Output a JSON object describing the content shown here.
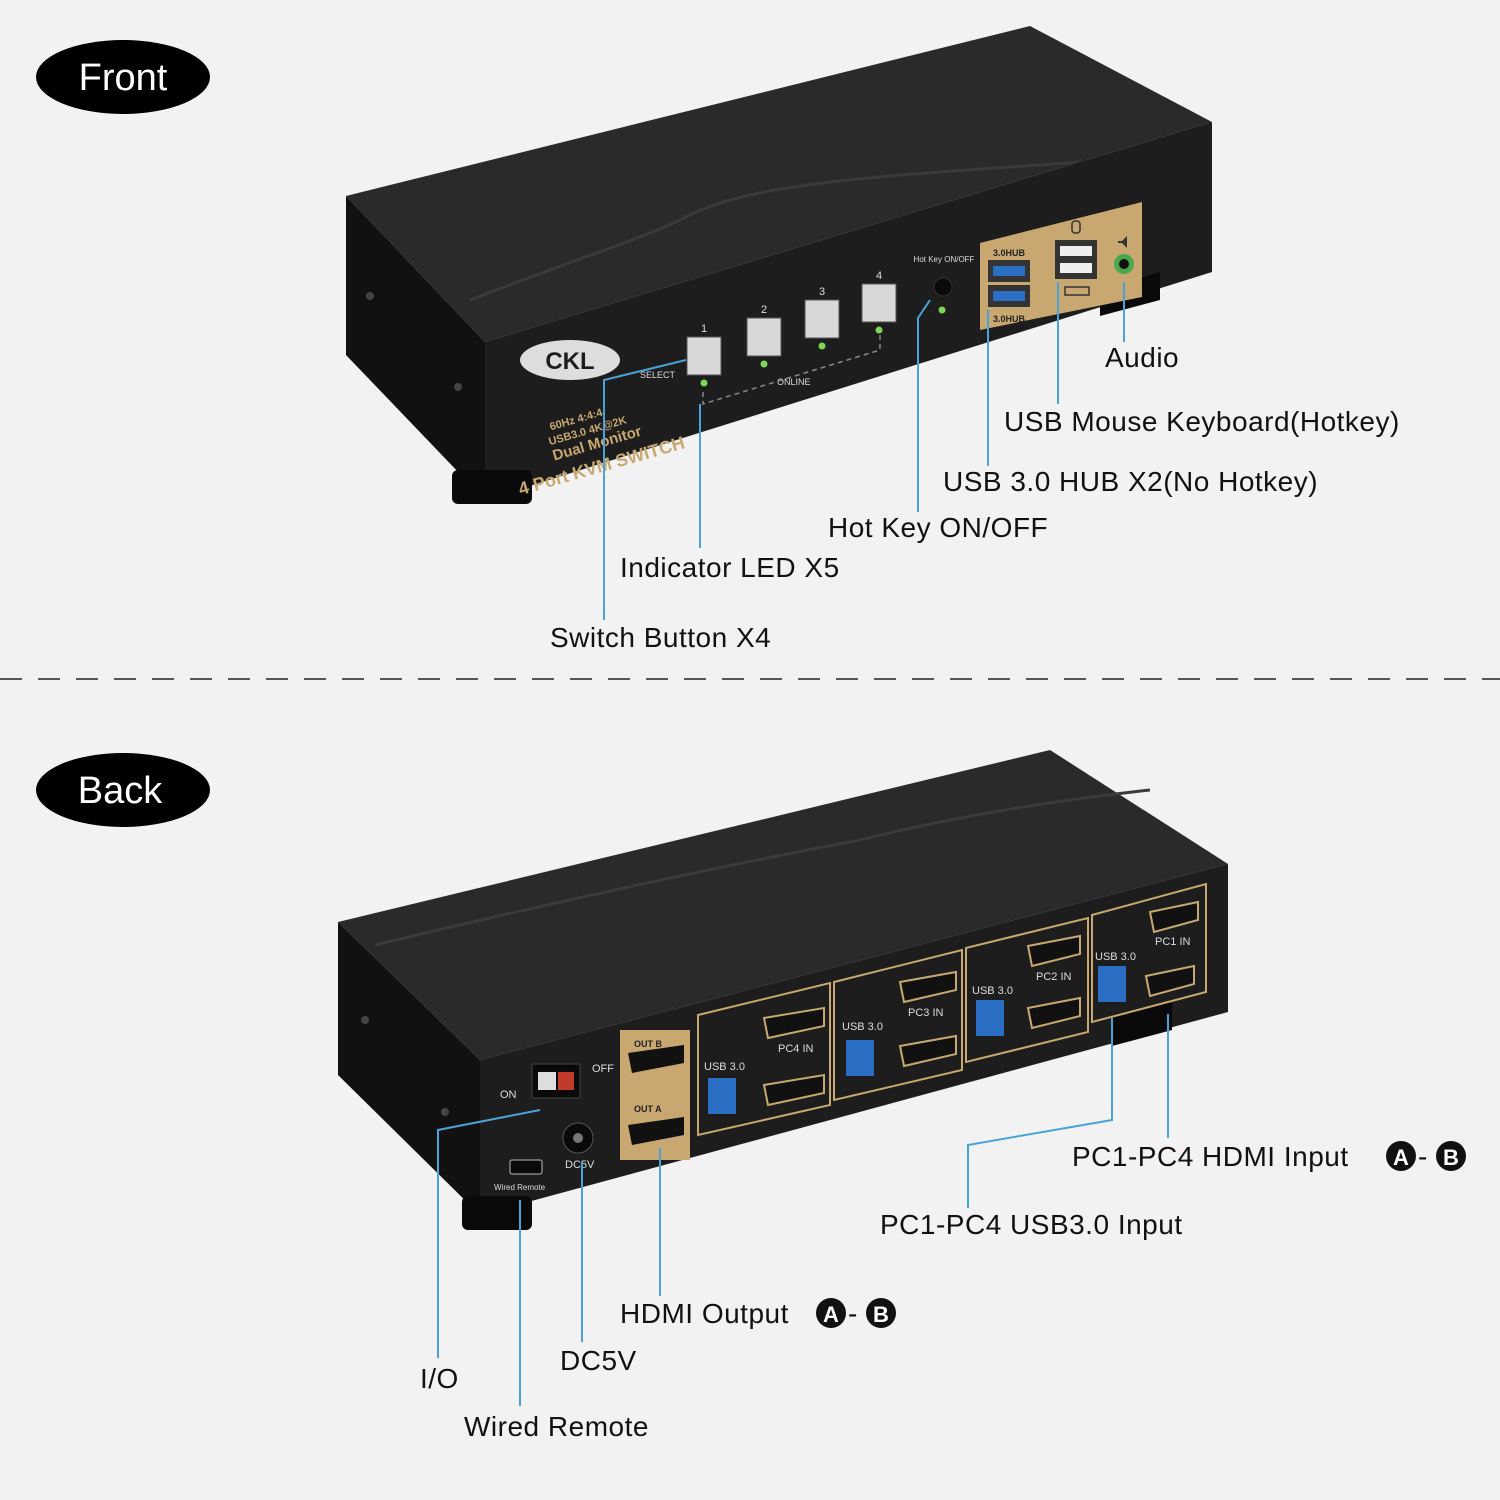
{
  "sections": {
    "front": "Front",
    "back": "Back"
  },
  "front_labels": {
    "audio": "Audio",
    "usb_mouse_keyboard": "USB Mouse Keyboard(Hotkey)",
    "usb_hub": "USB 3.0 HUB X2(No Hotkey)",
    "hot_key": "Hot Key ON/OFF",
    "indicator_led": "Indicator LED X5",
    "switch_button": "Switch Button X4"
  },
  "back_labels": {
    "hdmi_input": "PC1-PC4 HDMI Input",
    "usb_input": "PC1-PC4 USB3.0 Input",
    "hdmi_output": "HDMI Output",
    "dc5v": "DC5V",
    "io": "I/O",
    "wired_remote": "Wired Remote"
  },
  "badges": {
    "a": "A",
    "b": "B",
    "dash": "-"
  },
  "front_panel": {
    "logo": "CKL",
    "select": "SELECT",
    "online": "ONLINE",
    "buttons": [
      "1",
      "2",
      "3",
      "4"
    ],
    "hotkey_small": "Hot Key ON/OFF",
    "hub_top": "3.0HUB",
    "hub_bottom": "3.0HUB",
    "specs": [
      "60Hz 4:4:4",
      "USB3.0 4K@2K",
      "Dual Monitor",
      "4 Port KVM SWITCH"
    ]
  },
  "back_panel": {
    "on": "ON",
    "off": "OFF",
    "dc5v_small": "DC5V",
    "wired_remote_small": "Wired Remote",
    "out_a": "OUT A",
    "out_b": "OUT B",
    "usb30": "USB 3.0",
    "pc_in": [
      "PC4 IN",
      "PC3 IN",
      "PC2 IN",
      "PC1 IN"
    ]
  },
  "colors": {
    "background": "#f2f2f2",
    "device": "#1a1a1a",
    "gold": "#c8a870",
    "callout": "#4aa3d8",
    "usb_blue": "#2a6fc4",
    "led_green": "#7cd657"
  }
}
